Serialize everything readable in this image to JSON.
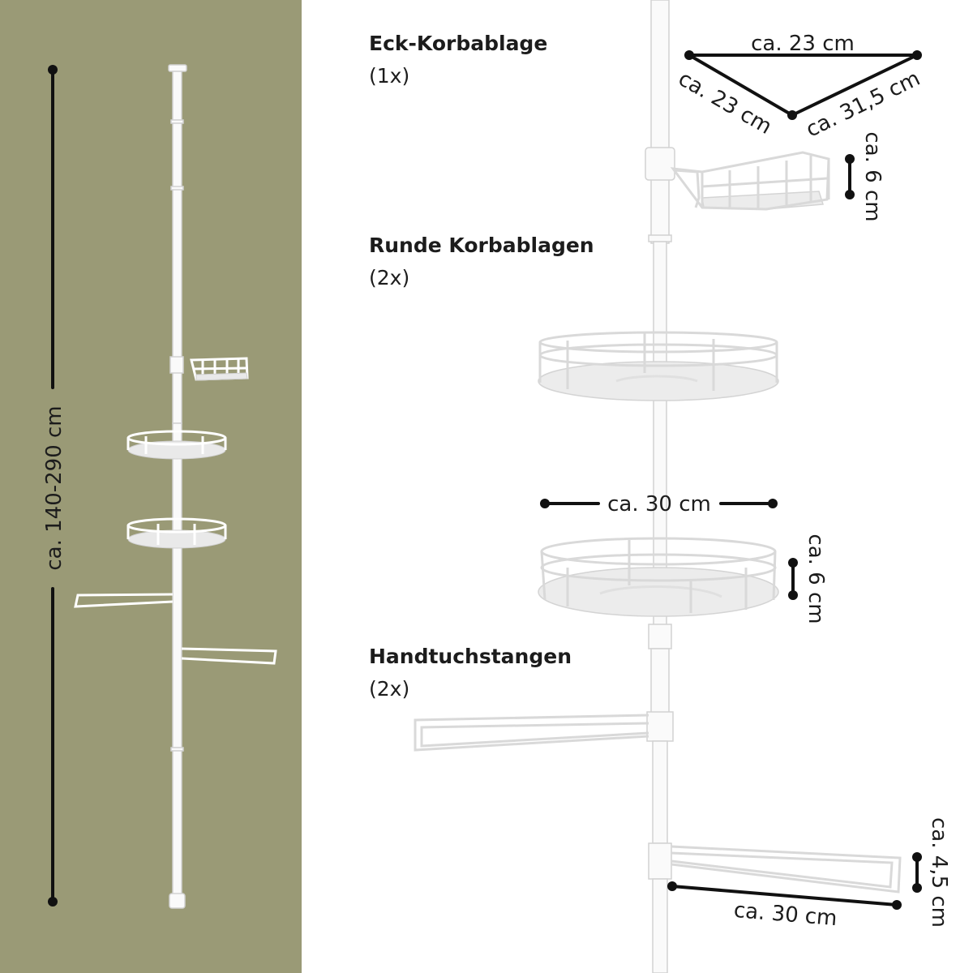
{
  "colors": {
    "left_panel": "#9a9a76",
    "dimension_lines": "#111111",
    "product": "#f5f5f5",
    "background": "#ffffff"
  },
  "left_panel": {
    "height_label": "ca. 140-290 cm"
  },
  "sections": {
    "corner_basket": {
      "title": "Eck-Korbablage",
      "count": "(1x)"
    },
    "round_baskets": {
      "title": "Runde Korbablagen",
      "count": "(2x)"
    },
    "towel_bars": {
      "title": "Handtuchstangen",
      "count": "(2x)"
    }
  },
  "dimensions": {
    "corner_top": "ca. 23 cm",
    "corner_left": "ca. 23 cm",
    "corner_right": "ca. 31,5 cm",
    "corner_height": "ca. 6 cm",
    "round_width": "ca. 30 cm",
    "round_height": "ca. 6 cm",
    "towel_height": "ca. 4,5 cm",
    "towel_width": "ca. 30 cm"
  }
}
